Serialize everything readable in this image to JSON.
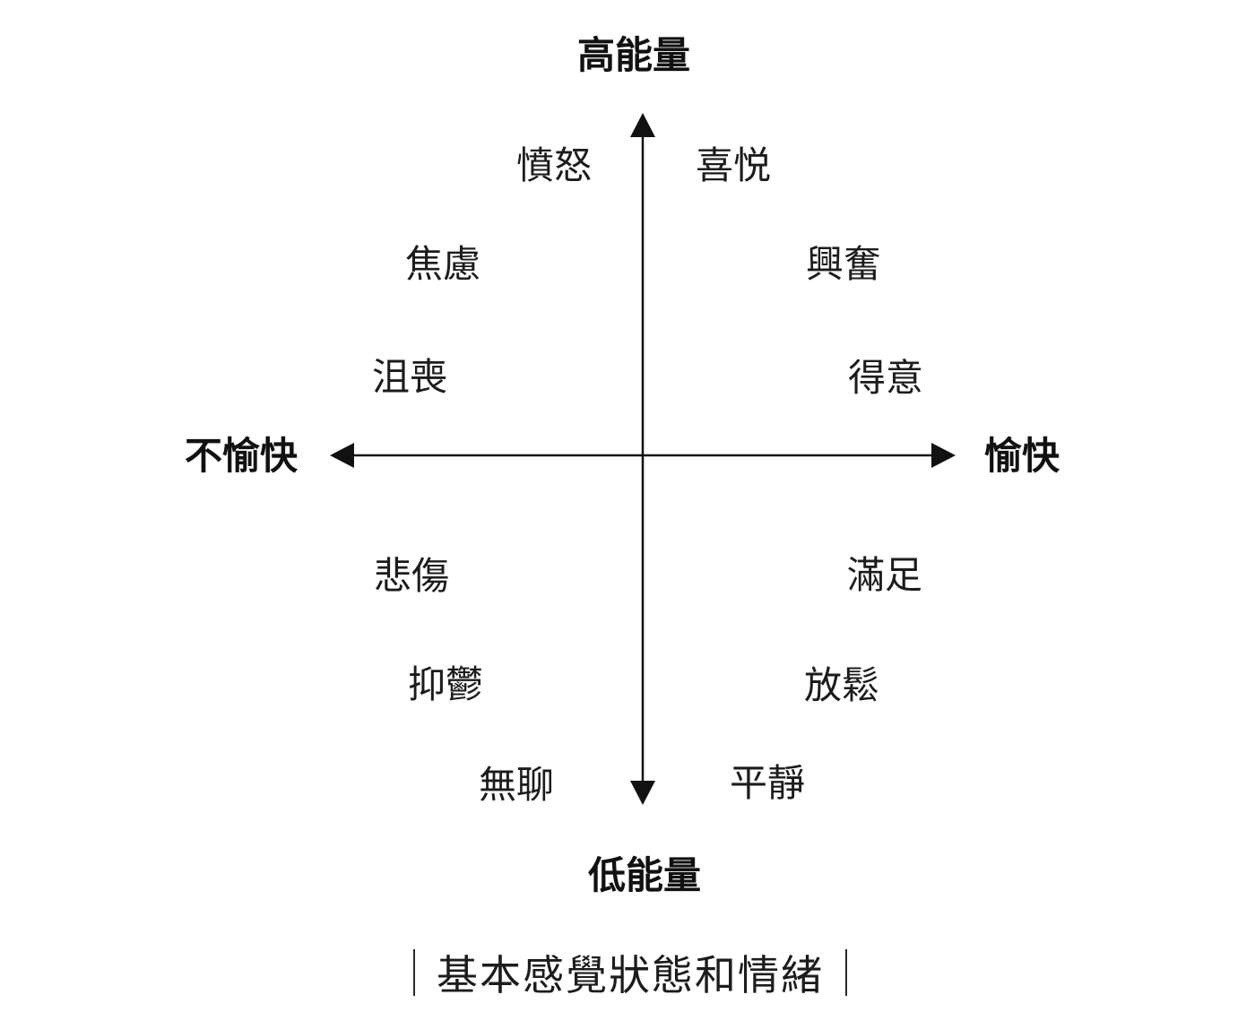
{
  "diagram": {
    "caption": "基本感覺狀態和情緒",
    "axes": {
      "top": "高能量",
      "bottom": "低能量",
      "left": "不愉快",
      "right": "愉快"
    },
    "quadrants": {
      "top_left": [
        "憤怒",
        "焦慮",
        "沮喪"
      ],
      "top_right": [
        "喜悦",
        "興奮",
        "得意"
      ],
      "bottom_left": [
        "悲傷",
        "抑鬱",
        "無聊"
      ],
      "bottom_right": [
        "滿足",
        "放鬆",
        "平靜"
      ]
    },
    "colors": {
      "line": "#111111",
      "text": "#1a1a1a",
      "background": "#ffffff"
    }
  }
}
